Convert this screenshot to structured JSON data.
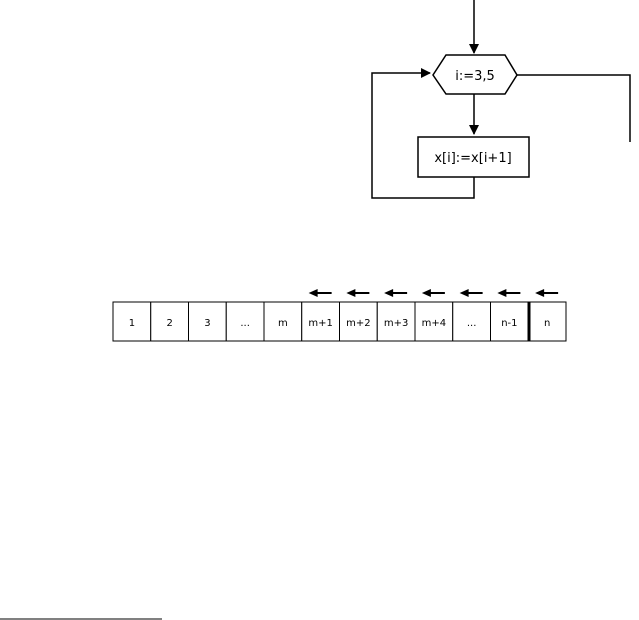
{
  "flowchart": {
    "loop_header_label": "i:=3,5",
    "process_label": "x[i]:=x[i+1]"
  },
  "array": {
    "cells": [
      "1",
      "2",
      "3",
      "...",
      "m",
      "m+1",
      "m+2",
      "m+3",
      "m+4",
      "...",
      "n-1",
      "n"
    ],
    "shift_arrow_count": 7,
    "shift_direction": "left"
  }
}
